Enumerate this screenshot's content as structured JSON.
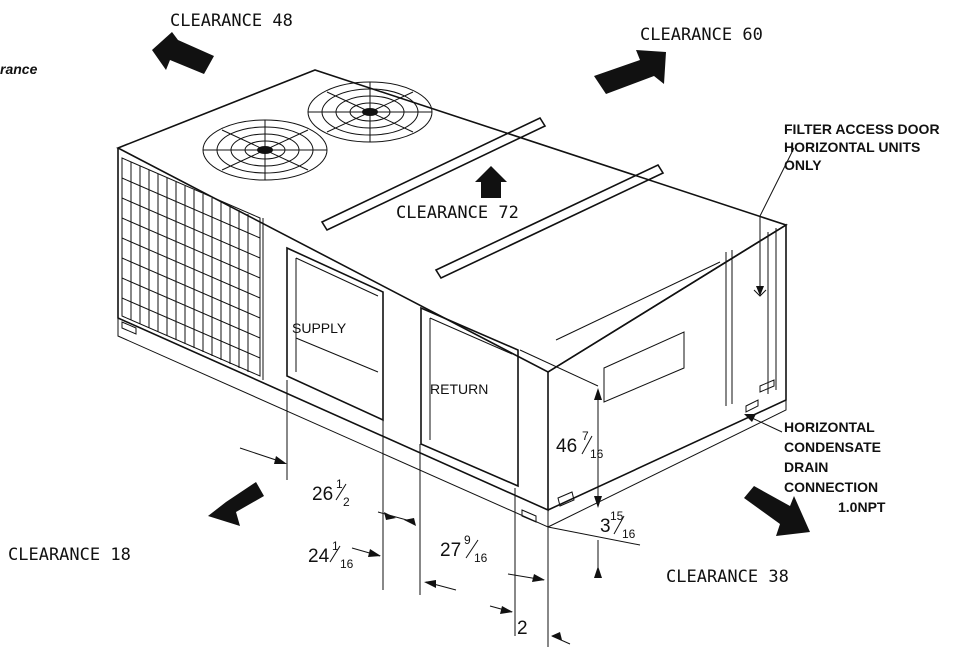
{
  "corner_fragment": "rance",
  "clearances": {
    "top_left": "CLEARANCE 48",
    "top_right": "CLEARANCE 60",
    "top_center": "CLEARANCE 72",
    "bottom_left": "CLEARANCE 18",
    "bottom_right": "CLEARANCE 38"
  },
  "openings": {
    "supply": "SUPPLY",
    "return": "RETURN"
  },
  "notes": {
    "filter_line1": "FILTER ACCESS DOOR",
    "filter_line2": "HORIZONTAL UNITS",
    "filter_line3": "ONLY",
    "drain_line1": "HORIZONTAL",
    "drain_line2": "CONDENSATE",
    "drain_line3": "DRAIN",
    "drain_line4": "CONNECTION",
    "drain_line5": "1.0NPT"
  },
  "dimensions": {
    "d1_whole": "26",
    "d1_num": "1",
    "d1_den": "2",
    "d2_whole": "24",
    "d2_num": "1",
    "d2_den": "16",
    "d3_whole": "27",
    "d3_num": "9",
    "d3_den": "16",
    "d4_whole": "2",
    "d5_whole": "46",
    "d5_num": "7",
    "d5_den": "16",
    "d6_whole": "3",
    "d6_num": "15",
    "d6_den": "16"
  }
}
